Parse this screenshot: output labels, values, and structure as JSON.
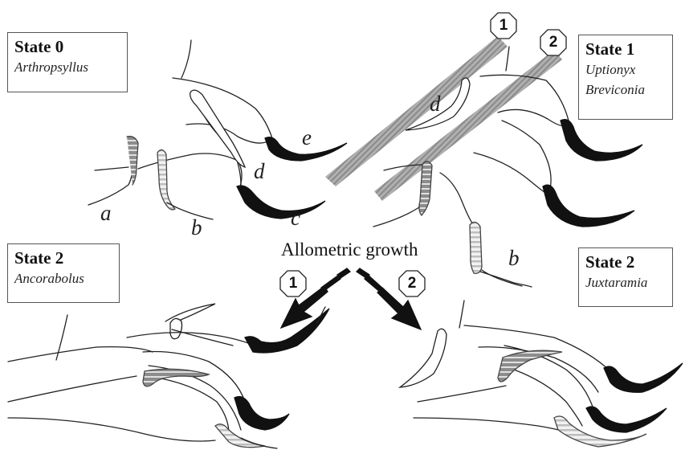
{
  "states": {
    "state0": {
      "title": "State 0",
      "taxa": [
        "Arthropsyllus"
      ]
    },
    "state1": {
      "title": "State 1",
      "taxa": [
        "Uptionyx",
        "Breviconia"
      ]
    },
    "state2_left": {
      "title": "State 2",
      "taxa": [
        "Ancorabolus"
      ]
    },
    "state2_right": {
      "title": "State 2",
      "taxa": [
        "Juxtaramia"
      ]
    }
  },
  "segment_labels": {
    "a": "a",
    "b": "b",
    "c": "c",
    "d": "d",
    "e": "e",
    "d_state1": "d",
    "b_state1": "b"
  },
  "caption": "Allometric growth",
  "badges": {
    "stripe_1": "1",
    "stripe_2": "2",
    "arrow_1": "1",
    "arrow_2": "2"
  },
  "colors": {
    "black_segment": "#111111",
    "striped_gray": "#9a9a9a",
    "striped_light": "#d8d8d8",
    "stripe_band": "#a8a8a8"
  }
}
